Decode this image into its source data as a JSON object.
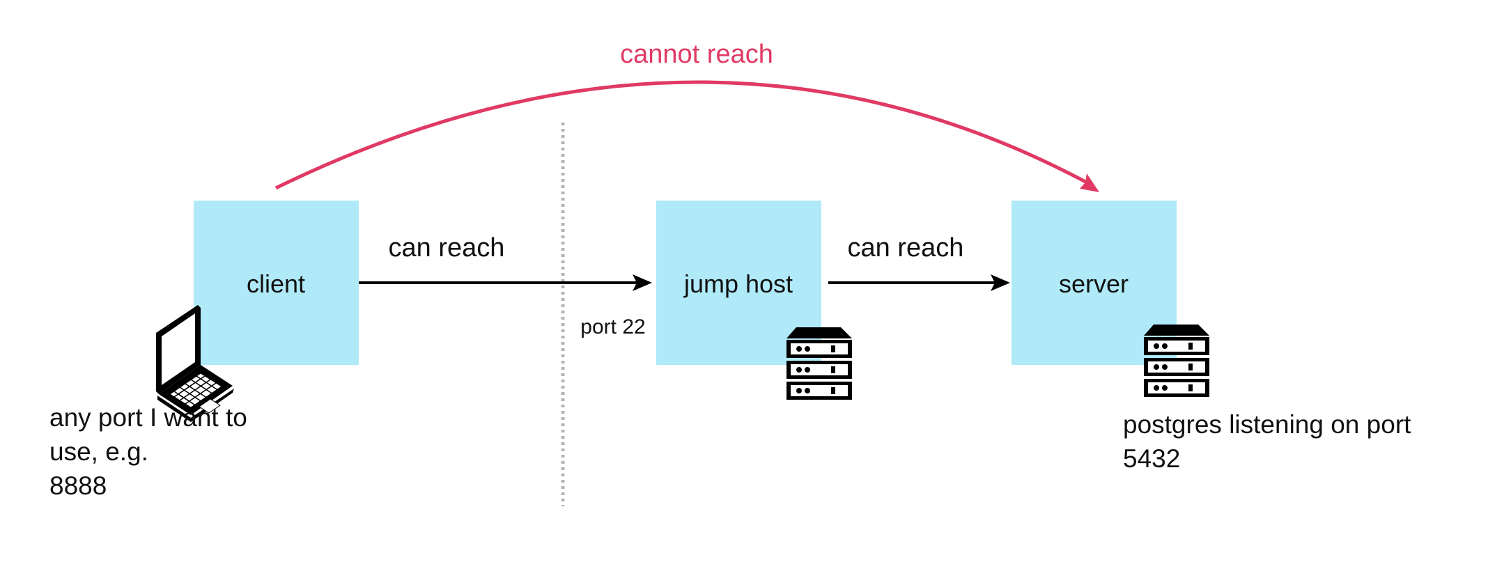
{
  "colors": {
    "box_fill": "#b0eaf9",
    "arrow": "#000000",
    "unreachable": "#e03a64",
    "divider": "#b5b5b5",
    "text": "#111111"
  },
  "nodes": {
    "client": {
      "label": "client",
      "icon": "laptop-icon"
    },
    "jump_host": {
      "label": "jump host",
      "icon": "server-rack-icon"
    },
    "server": {
      "label": "server",
      "icon": "server-rack-icon"
    }
  },
  "edges": {
    "client_to_jump": {
      "label": "can reach",
      "port": "port 22"
    },
    "jump_to_server": {
      "label": "can reach"
    },
    "client_to_server": {
      "label": "cannot reach"
    }
  },
  "notes": {
    "client_port": [
      "any port I want to",
      "use, e.g.",
      "8888"
    ],
    "server_port": [
      "postgres listening on port",
      "5432"
    ]
  }
}
